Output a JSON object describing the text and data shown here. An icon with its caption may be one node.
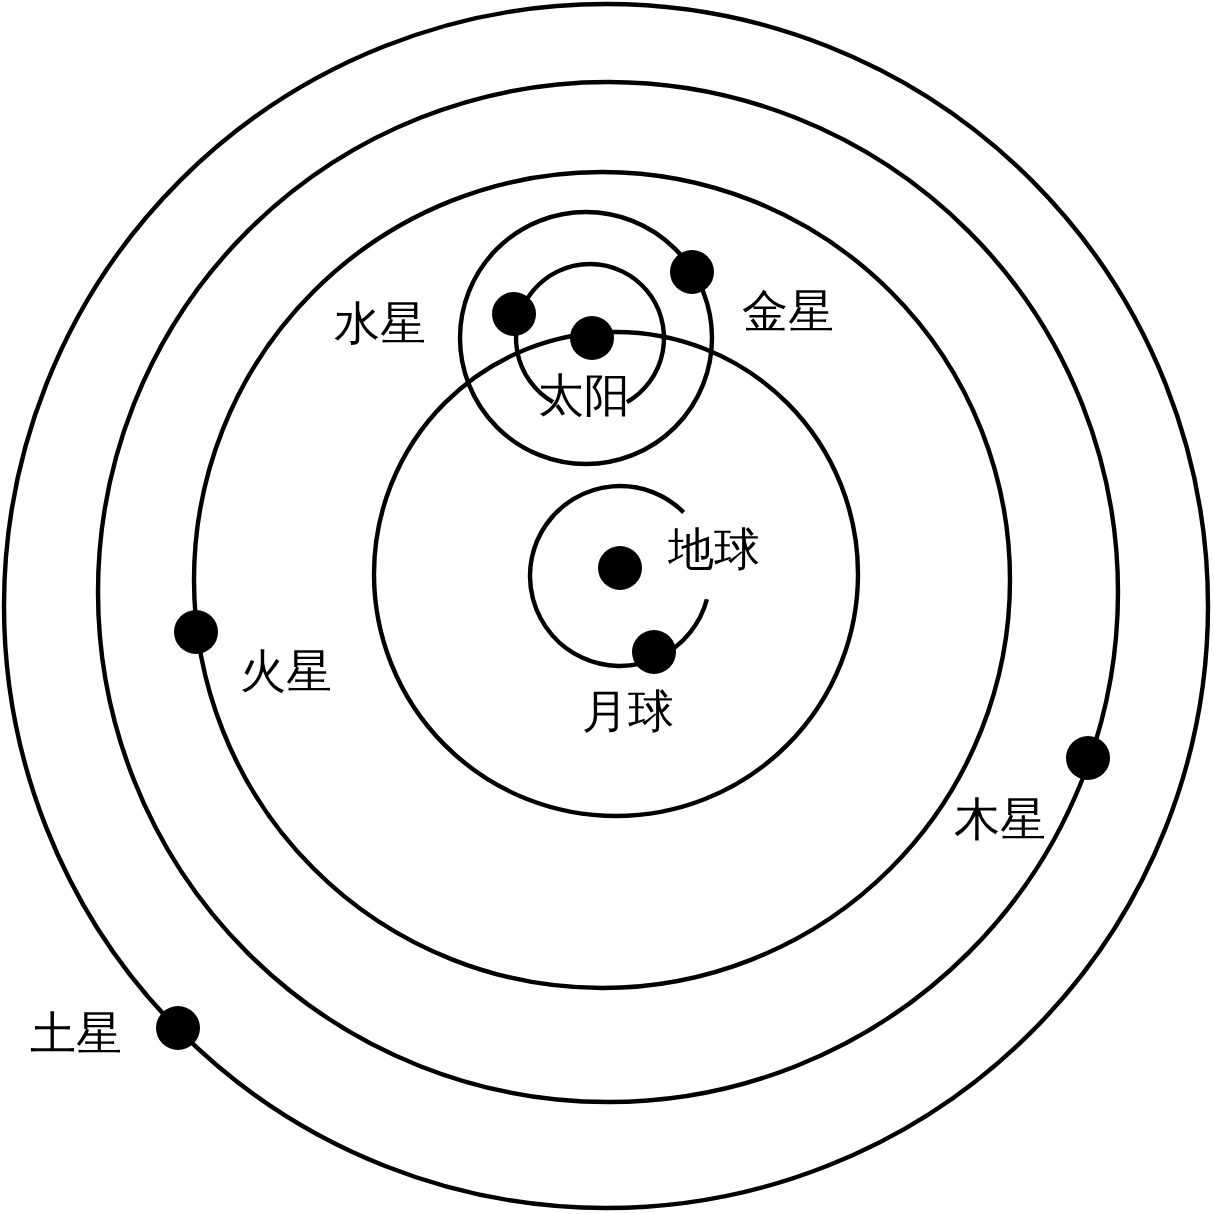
{
  "diagram": {
    "labels": [
      "水星",
      "金星",
      "太阳",
      "地球",
      "月球",
      "火星",
      "木星",
      "土星"
    ]
  }
}
